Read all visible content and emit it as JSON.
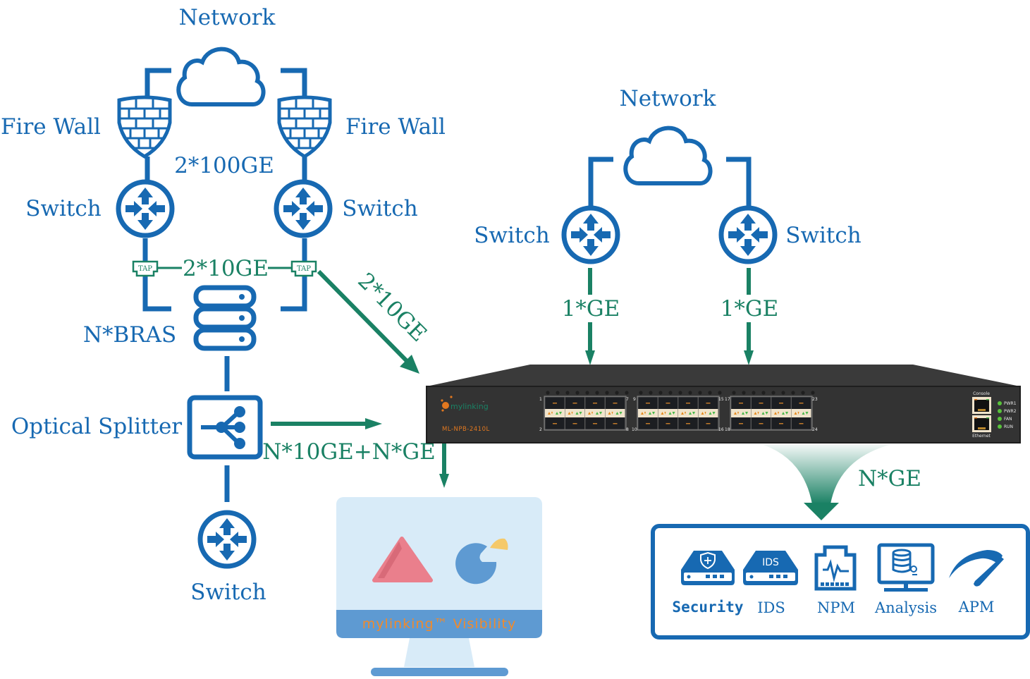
{
  "left_topology": {
    "network_label": "Network",
    "firewall_left_label": "Fire Wall",
    "firewall_right_label": "Fire Wall",
    "link_100ge_label": "2*100GE",
    "switch_left_label": "Switch",
    "switch_right_label": "Switch",
    "tap_left_label": "TAP",
    "tap_right_label": "TAP",
    "tap_link_label": "2*10GE",
    "bras_label": "N*BRAS",
    "splitter_label": "Optical Splitter",
    "switch_bottom_label": "Switch",
    "diag_link_label": "2*10GE",
    "splitter_link_label": "N*10GE+N*GE"
  },
  "right_topology": {
    "network_label": "Network",
    "switch_left_label": "Switch",
    "switch_right_label": "Switch",
    "link_left_label": "1*GE",
    "link_right_label": "1*GE",
    "output_label": "N*GE"
  },
  "device": {
    "brand": "mylinking",
    "trademark": "™",
    "model": "ML-NPB-2410L",
    "port_numbers": [
      "1",
      "2",
      "7",
      "8",
      "9",
      "10",
      "15",
      "16",
      "17",
      "18",
      "23",
      "24"
    ],
    "console_label": "Console",
    "ethernet_label": "Ethernet",
    "leds": [
      "PWR1",
      "PWR2",
      "FAN",
      "RUN"
    ]
  },
  "tools": [
    {
      "label": "Security",
      "icon": "security-appliance-icon"
    },
    {
      "label": "IDS",
      "icon": "ids-appliance-icon",
      "badge": "IDS"
    },
    {
      "label": "NPM",
      "icon": "npm-port-icon"
    },
    {
      "label": "Analysis",
      "icon": "analysis-monitor-icon"
    },
    {
      "label": "APM",
      "icon": "apm-gauge-icon"
    }
  ],
  "visibility_monitor": {
    "label": "mylinking™ Visibility"
  },
  "colors": {
    "blue": "#1769b2",
    "green": "#1a8164",
    "orange": "#e2781f",
    "device_body": "#333333",
    "monitor_screen": "#d8ebf8",
    "monitor_bar": "#5e9ad2"
  }
}
